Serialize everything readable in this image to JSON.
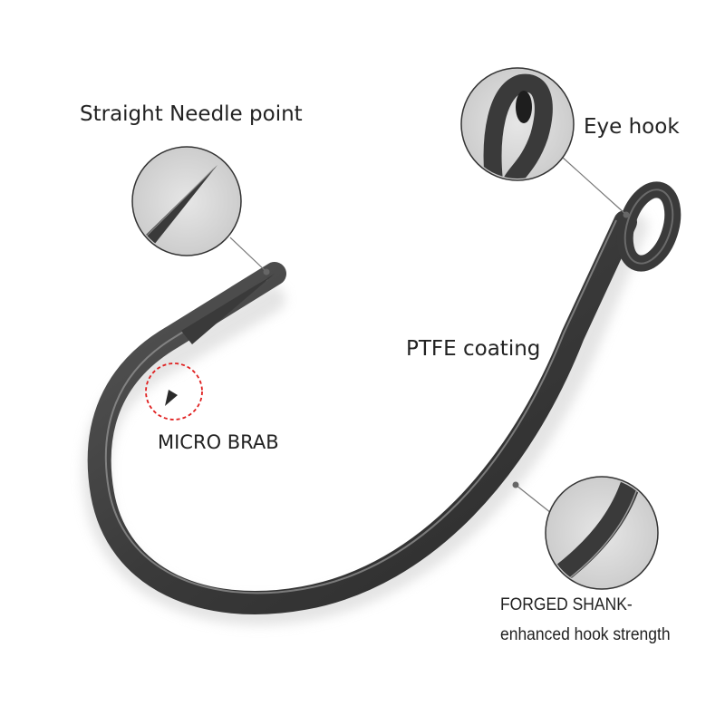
{
  "callouts": {
    "needle_point": "Straight Needle point",
    "eye_hook": "Eye hook",
    "coating": "PTFE coating",
    "micro_barb": "MICRO BRAB",
    "forged_shank_line1": "FORGED SHANK-",
    "forged_shank_line2": "enhanced hook strength"
  },
  "colors": {
    "hook_metal": "#3a3a3a",
    "hook_highlight": "#8a8a8a",
    "callout_circle_bg": "#d8d8d8",
    "leader_line": "#777777",
    "barb_marker": "#e02020",
    "text": "#222222"
  }
}
